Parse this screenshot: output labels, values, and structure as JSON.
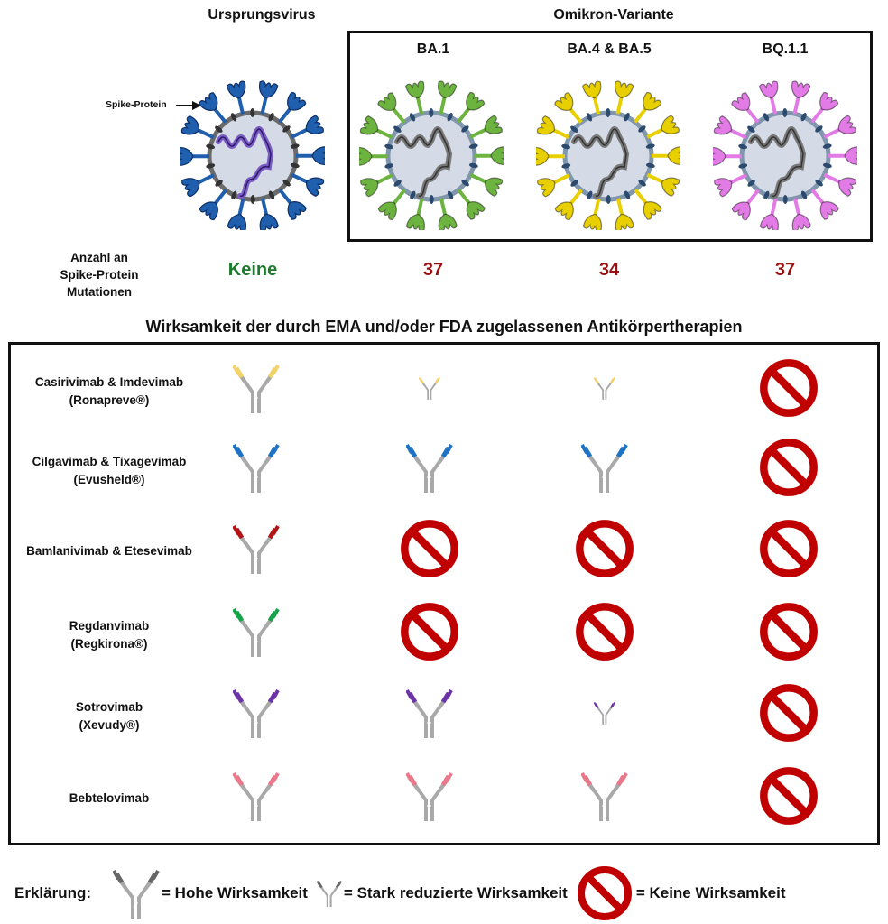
{
  "header": {
    "original_virus": "Ursprungsvirus",
    "omicron_group": "Omikron-Variante",
    "spike_label": "Spike-Protein"
  },
  "variants": [
    {
      "name": "BA.1",
      "spike_color": "#6db33f",
      "mutations": "37"
    },
    {
      "name": "BA.4 & BA.5",
      "spike_color": "#e8cf00",
      "mutations": "34"
    },
    {
      "name": "BQ.1.1",
      "spike_color": "#e27be6",
      "mutations": "37"
    }
  ],
  "original": {
    "spike_color": "#1f5fae",
    "mutations": "Keine",
    "mutations_color": "#1e7a2e"
  },
  "mutation_row_label": [
    "Anzahl an",
    "Spike-Protein",
    "Mutationen"
  ],
  "mutation_count_color": "#9b1111",
  "table": {
    "title": "Wirksamkeit der durch EMA und/oder FDA zugelassenen Antikörpertherapien",
    "columns": [
      "Ursprungsvirus",
      "BA.1",
      "BA.4 & BA.5",
      "BQ.1.1"
    ],
    "rows": [
      {
        "name": "Casirivimab & Imdevimab",
        "brand": "(Ronapreve®)",
        "color": "#f2d26a",
        "efficacy": [
          "high",
          "reduced",
          "reduced",
          "none"
        ]
      },
      {
        "name": "Cilgavimab & Tixagevimab",
        "brand": "(Evusheld®)",
        "color": "#1f73c4",
        "efficacy": [
          "high",
          "high",
          "high",
          "none"
        ]
      },
      {
        "name": "Bamlanivimab & Etesevimab",
        "brand": "",
        "color": "#b11515",
        "efficacy": [
          "high",
          "none",
          "none",
          "none"
        ]
      },
      {
        "name": "Regdanvimab",
        "brand": "(Regkirona®)",
        "color": "#16a34a",
        "efficacy": [
          "high",
          "none",
          "none",
          "none"
        ]
      },
      {
        "name": "Sotrovimab",
        "brand": "(Xevudy®)",
        "color": "#6d32a8",
        "efficacy": [
          "high",
          "high",
          "reduced",
          "none"
        ]
      },
      {
        "name": "Bebtelovimab",
        "brand": "",
        "color": "#e8788a",
        "efficacy": [
          "high",
          "high",
          "high",
          "none"
        ]
      }
    ]
  },
  "legend": {
    "title": "Erklärung:",
    "high": "= Hohe Wirksamkeit",
    "reduced": "= Stark reduzierte Wirksamkeit",
    "none": "= Keine Wirksamkeit",
    "antibody_legend_color": "#666666",
    "no_symbol_color": "#c00000"
  }
}
